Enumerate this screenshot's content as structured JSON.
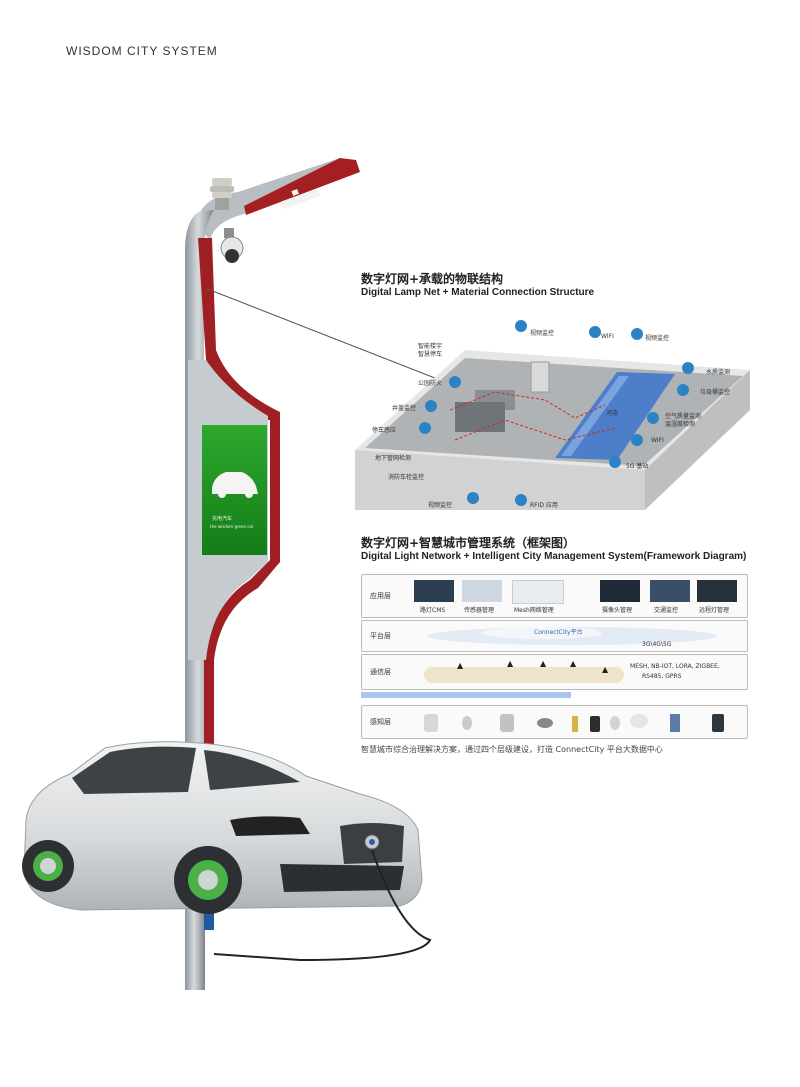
{
  "brand_title": "WISDOM CITY SYSTEM",
  "poster_screen": {
    "line1": "充电汽车",
    "line2": "the wisdom green car"
  },
  "iot_section": {
    "title_cn": "数字灯网+承载的物联结构",
    "title_en": "Digital Lamp Net + Material Connection Structure",
    "labels": {
      "smart_guide": "智能楼宇\n智慧停车",
      "video1": "视频监控",
      "wifi1": "WIFI",
      "video2": "视频监控",
      "water": "水质监测",
      "park_fire": "公园防火",
      "lamp": "垃圾桶监控",
      "well": "井盖监控",
      "river": "河流",
      "air": "空气质量监测\n温湿度检测",
      "parking": "停车感应",
      "wifi2": "WIFI",
      "pipe": "地下管网检测",
      "fire_hydrant": "消防车栓监控",
      "5g": "5G 基站",
      "video3": "视频监控",
      "rfid": "RFID 应用"
    }
  },
  "mgmt_section": {
    "title_cn": "数字灯网+智慧城市管理系统（框架图）",
    "title_en": "Digital Light Network + Intelligent City Management System(Framework Diagram)",
    "layers": {
      "app": "应用层",
      "platform": "平台层",
      "comm": "通信层",
      "sense": "感知层"
    },
    "app_items": [
      "路灯CMS",
      "传感器管理",
      "Mesh网络管理",
      "摄像头管理",
      "交通监控",
      "远程灯管理"
    ],
    "platform_cloud": "ConnectCity平台",
    "platform_net": "3G\\4G\\5G",
    "comm_text1": "MESH, NB-IOT, LORA, ZIGBEE,",
    "comm_text2": "RS485, GPRS",
    "caption": "智慧城市综合治理解决方案，通过四个层级建设，打造 ConnectCity 平台大数据中心"
  }
}
